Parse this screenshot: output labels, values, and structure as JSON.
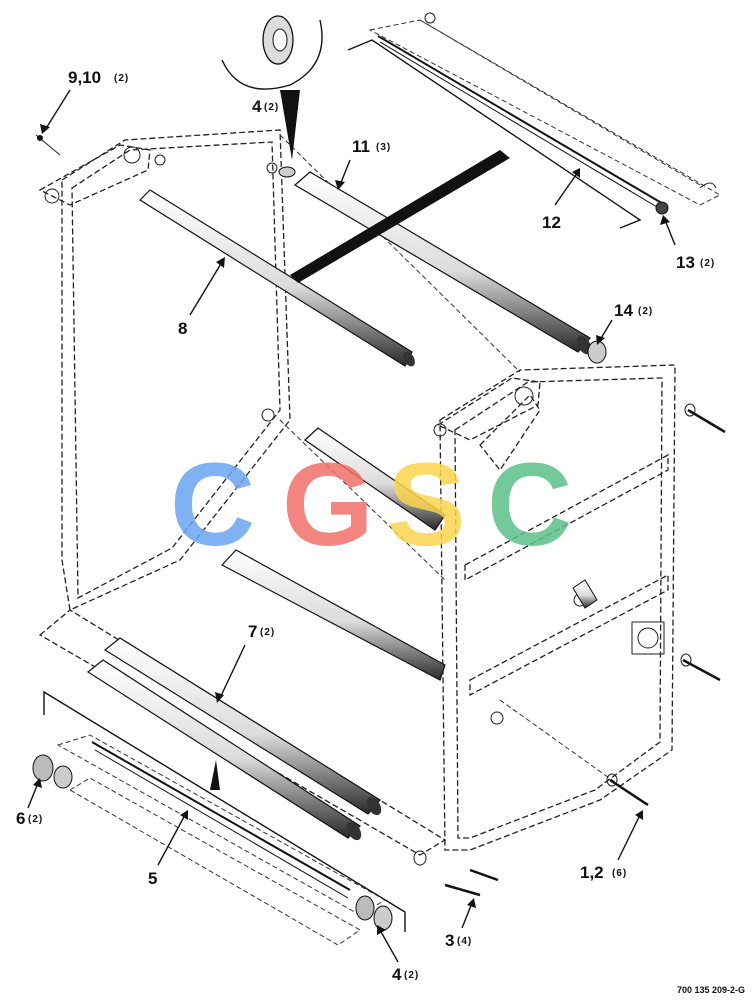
{
  "watermark": {
    "text": "CGSC",
    "letters": [
      {
        "char": "C",
        "color": "#6aa4f2"
      },
      {
        "char": "G",
        "color": "#f0706a"
      },
      {
        "char": "S",
        "color": "#fbd44e"
      },
      {
        "char": "C",
        "color": "#5cc08a"
      }
    ]
  },
  "callouts": [
    {
      "id": "c-9-10",
      "num": "9,10",
      "qty": "(2)"
    },
    {
      "id": "c-4-top",
      "num": "4",
      "qty": "(2)"
    },
    {
      "id": "c-11",
      "num": "11",
      "qty": "(3)"
    },
    {
      "id": "c-12",
      "num": "12",
      "qty": ""
    },
    {
      "id": "c-13",
      "num": "13",
      "qty": "(2)"
    },
    {
      "id": "c-8",
      "num": "8",
      "qty": ""
    },
    {
      "id": "c-14",
      "num": "14",
      "qty": "(2)"
    },
    {
      "id": "c-7",
      "num": "7",
      "qty": "(2)"
    },
    {
      "id": "c-6",
      "num": "6",
      "qty": "(2)"
    },
    {
      "id": "c-5",
      "num": "5",
      "qty": ""
    },
    {
      "id": "c-3",
      "num": "3",
      "qty": "(4)"
    },
    {
      "id": "c-4-bottom",
      "num": "4",
      "qty": "(2)"
    },
    {
      "id": "c-1-2",
      "num": "1,2",
      "qty": "(6)"
    }
  ],
  "document_number": "700 135 209-2-G"
}
